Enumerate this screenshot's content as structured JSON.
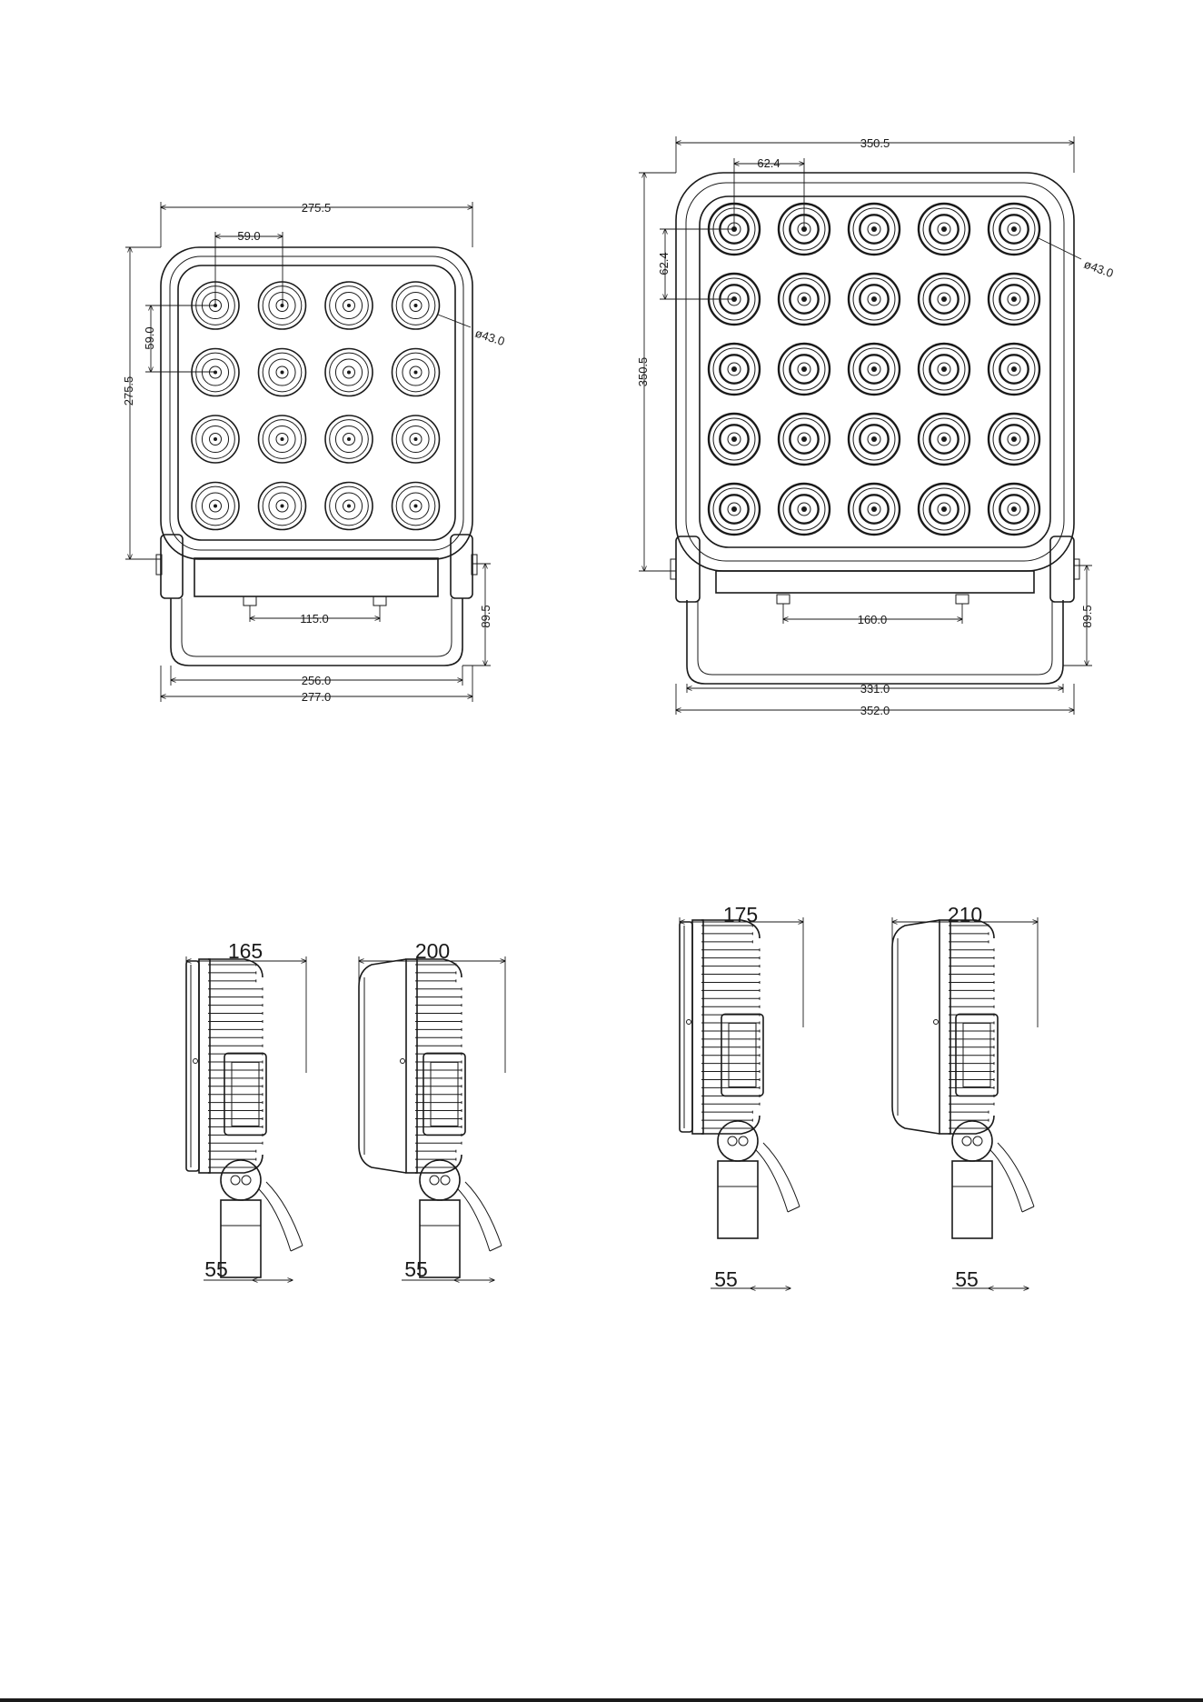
{
  "front_views": [
    {
      "name": "4x4",
      "overall_width": "275.5",
      "overall_height": "275.5",
      "pitch_x": "59.0",
      "pitch_y": "59.0",
      "lens_diameter": "ø43.0",
      "mount_hole_spacing": "115.0",
      "bracket_height": "89.5",
      "bracket_inner_width": "256.0",
      "bracket_outer_width": "277.0",
      "rows": 4,
      "cols": 4
    },
    {
      "name": "5x5",
      "overall_width": "350.5",
      "overall_height": "350.5",
      "pitch_x": "62.4",
      "pitch_y": "62.4",
      "lens_diameter": "ø43.0",
      "mount_hole_spacing": "160.0",
      "bracket_height": "89.5",
      "bracket_inner_width": "331.0",
      "bracket_outer_width": "352.0",
      "rows": 5,
      "cols": 5
    }
  ],
  "side_views": [
    {
      "name": "side-165",
      "depth": "165",
      "bracket": "55"
    },
    {
      "name": "side-200",
      "depth": "200",
      "bracket": "55"
    },
    {
      "name": "side-175",
      "depth": "175",
      "bracket": "55"
    },
    {
      "name": "side-210",
      "depth": "210",
      "bracket": "55"
    }
  ]
}
